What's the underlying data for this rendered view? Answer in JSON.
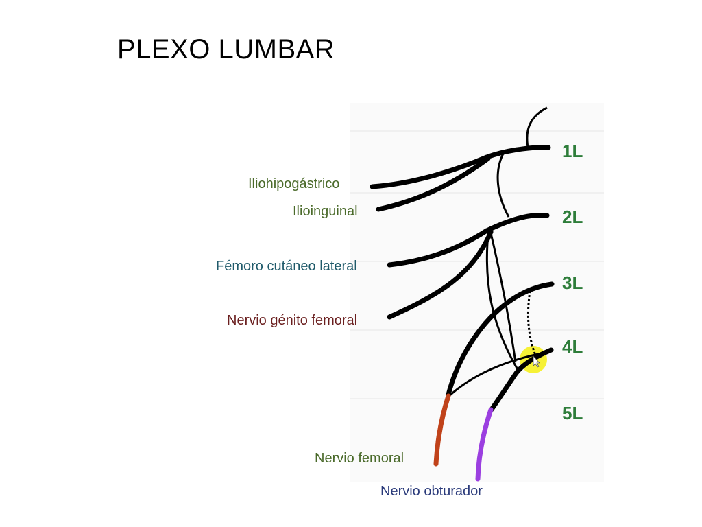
{
  "slide": {
    "title": "PLEXO LUMBAR"
  },
  "levels": [
    "1L",
    "2L",
    "3L",
    "4L",
    "5L"
  ],
  "nerves": {
    "iliohipogastrico": "Iliohipogástrico",
    "ilioinguinal": "Ilioinguinal",
    "femoro_cutaneo": "Fémoro cutáneo lateral",
    "genito_femoral": "Nervio génito femoral",
    "femoral": "Nervio femoral",
    "obturador": "Nervio obturador"
  },
  "colors": {
    "level_label": "#2e7d3a",
    "iliohipogastrico_label": "#4a6a2a",
    "ilioinguinal_label": "#4a6a2a",
    "femoro_cutaneo_label": "#1f5a6a",
    "genito_femoral_label": "#6a1f1f",
    "femoral_label": "#4a6a2a",
    "obturador_label": "#2a3a7a",
    "femoral_nerve": "#c0421a",
    "obturator_nerve": "#9b3fe0",
    "nerve": "#000000",
    "highlight": "#f5f020"
  }
}
